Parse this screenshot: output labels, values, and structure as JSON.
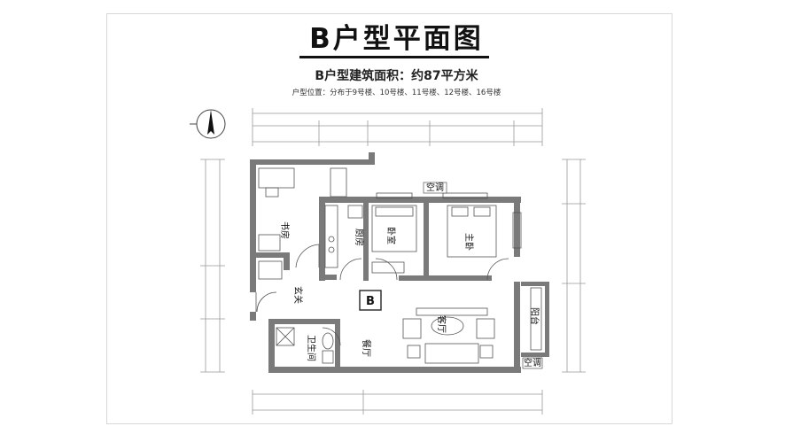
{
  "title": "B户型平面图",
  "subtitle": "B户型建筑面积：约87平方米",
  "location": "户型位置：分布于9号楼、10号楼、11号楼、12号楼、16号楼",
  "unit_label": "B",
  "rooms": {
    "study": "书房",
    "kitchen": "厨房",
    "bedroom": "卧室",
    "master": "主卧",
    "entry": "玄关",
    "bathroom": "卫生间",
    "dining": "餐厅",
    "living": "客厅",
    "balcony": "阳台"
  },
  "ac_labels": [
    "空调",
    "空调"
  ],
  "colors": {
    "wall": "#7a7a7a",
    "line": "#555555",
    "dim": "#999999"
  }
}
